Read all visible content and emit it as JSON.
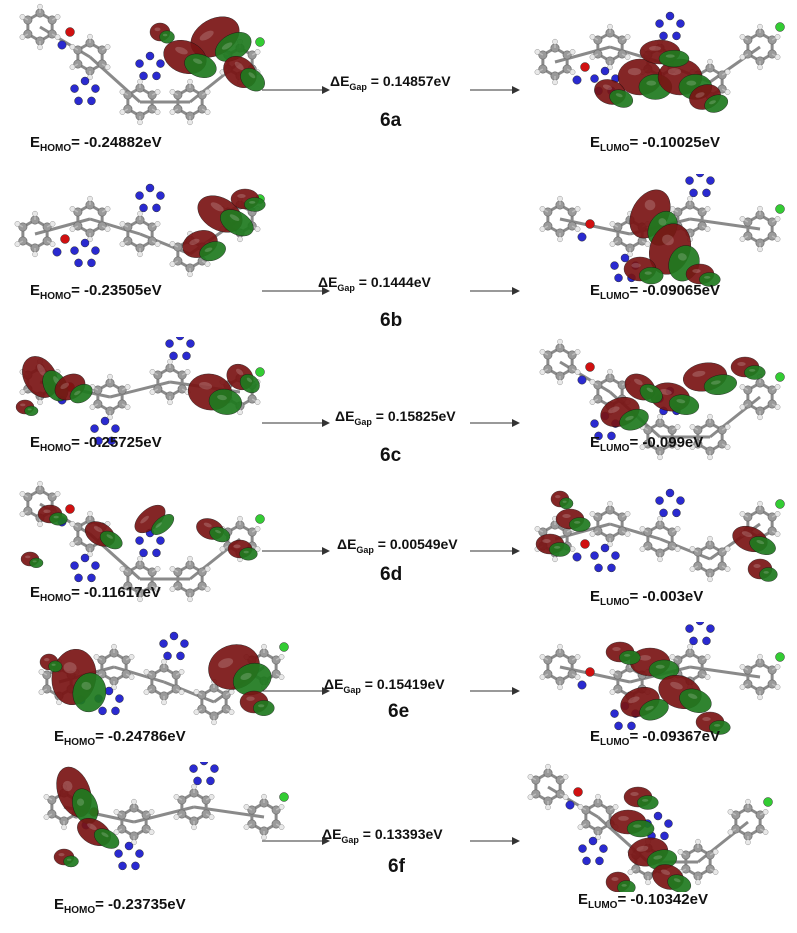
{
  "panels": [
    {
      "id": "6a",
      "homo": "-0.24882eV",
      "lumo": "-0.10025eV",
      "gap": "0.14857eV"
    },
    {
      "id": "6b",
      "homo": "-0.23505eV",
      "lumo": "-0.09065eV",
      "gap": "0.1444eV"
    },
    {
      "id": "6c",
      "homo": "-0.25725eV",
      "lumo": "-0.099eV",
      "gap": "0.15825eV"
    },
    {
      "id": "6d",
      "homo": "-0.11617eV",
      "lumo": "-0.003eV",
      "gap": "0.00549eV"
    },
    {
      "id": "6e",
      "homo": "-0.24786eV",
      "lumo": "-0.09367eV",
      "gap": "0.15419eV"
    },
    {
      "id": "6f",
      "homo": "-0.23735eV",
      "lumo": "-0.10342eV",
      "gap": "0.13393eV"
    }
  ],
  "labels": {
    "e_prefix": "E",
    "homo_sub": "HOMO",
    "lumo_sub": "LUMO",
    "gap_prefix": "ΔE",
    "gap_sub": "Gap",
    "eq": "= "
  },
  "colors": {
    "lobe_red": "#7a1414",
    "lobe_green": "#1f7a1f",
    "carbon": "#9a9a9a",
    "hydrogen": "#e8e8e8",
    "nitrogen": "#2a2ad0",
    "oxygen": "#d01010",
    "chlorine": "#33cc33"
  }
}
